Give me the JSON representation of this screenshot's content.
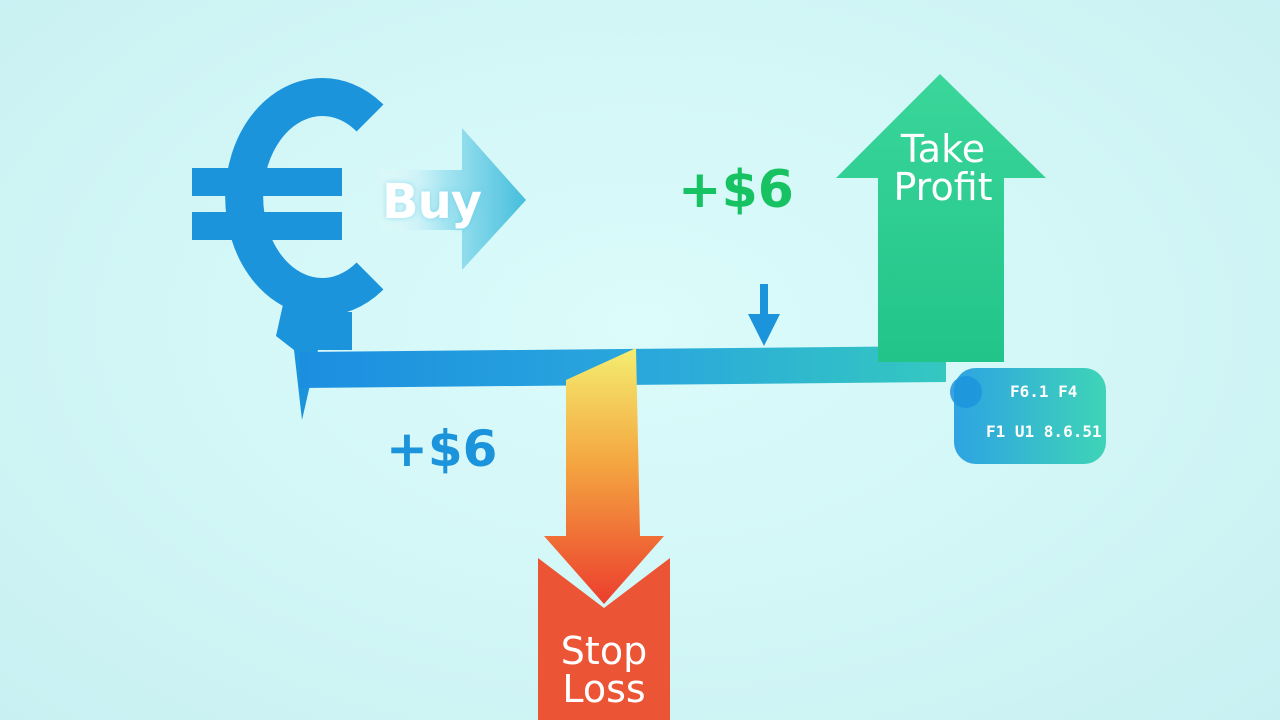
{
  "labels": {
    "buy": "Buy",
    "gain_top": "+$6",
    "gain_bottom": "+$6",
    "take_profit": "Take Profit",
    "stop_loss": "Stop Loss",
    "badge_line1": "F6.1 F4",
    "badge_line2": "F1 U1 8.6.51"
  },
  "icons": {
    "currency": "euro-sign-icon",
    "buy_arrow": "arrow-right-icon",
    "take_profit_arrow": "arrow-up-icon",
    "stop_loss_arrow": "arrow-down-icon",
    "entry_marker": "arrow-down-icon"
  },
  "colors": {
    "background": "#d2f6f6",
    "blue": "#1c94dc",
    "green": "#16c262",
    "stop_loss_top": "#f2e86a",
    "stop_loss_bottom": "#ee4a30"
  }
}
